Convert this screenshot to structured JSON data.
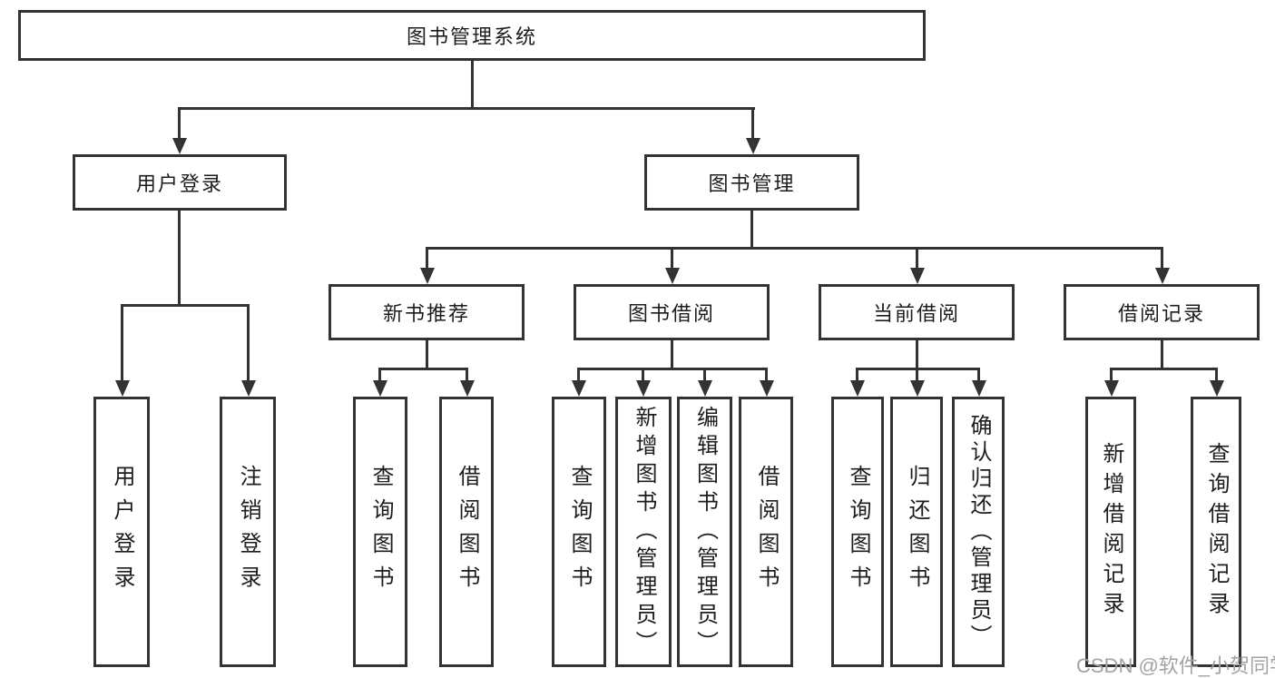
{
  "diagram": {
    "root": {
      "label": "图书管理系统"
    },
    "level1": [
      {
        "label": "用户登录"
      },
      {
        "label": "图书管理"
      }
    ],
    "level2": [
      {
        "label": "新书推荐"
      },
      {
        "label": "图书借阅"
      },
      {
        "label": "当前借阅"
      },
      {
        "label": "借阅记录"
      }
    ],
    "leaves": {
      "user_login": [
        {
          "label": "用户登录"
        },
        {
          "label": "注销登录"
        }
      ],
      "new_book_recommend": [
        {
          "label": "查询图书"
        },
        {
          "label": "借阅图书"
        }
      ],
      "book_borrow": [
        {
          "label": "查询图书"
        },
        {
          "label": "新增图书（管理员）"
        },
        {
          "label": "编辑图书（管理员）"
        },
        {
          "label": "借阅图书"
        }
      ],
      "current_borrow": [
        {
          "label": "查询图书"
        },
        {
          "label": "归还图书"
        },
        {
          "label": "确认归还（管理员）"
        }
      ],
      "borrow_records": [
        {
          "label": "新增借阅记录"
        },
        {
          "label": "查询借阅记录"
        }
      ]
    }
  },
  "watermark": {
    "label": "CSDN @软件_小贺同学"
  },
  "colors": {
    "line": "#333333",
    "text": "#1d1d1d",
    "background": "#ffffff",
    "watermark": "#a3a3a3"
  }
}
